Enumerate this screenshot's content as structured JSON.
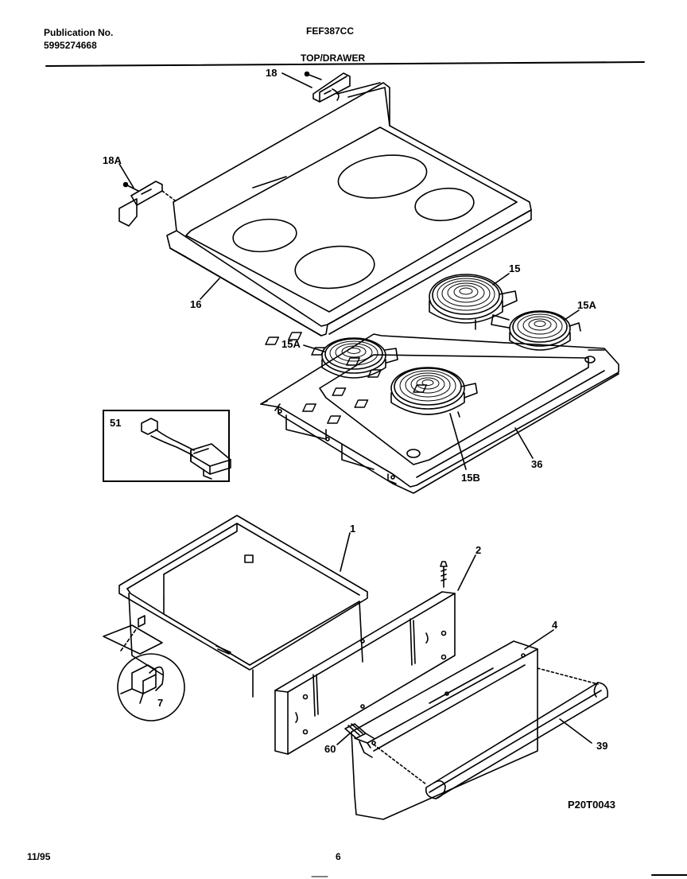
{
  "header": {
    "publication_label": "Publication No.",
    "publication_number": "5995274668",
    "model": "FEF387CC",
    "section": "TOP/DRAWER"
  },
  "callouts": {
    "c18": "18",
    "c18a": "18A",
    "c16": "16",
    "c15": "15",
    "c15a_right": "15A",
    "c15a_left": "15A",
    "c15b": "15B",
    "c36": "36",
    "c51": "51",
    "c1": "1",
    "c2": "2",
    "c4": "4",
    "c7": "7",
    "c60": "60",
    "c39": "39"
  },
  "footer": {
    "drawing_code": "P20T0043",
    "date": "11/95",
    "page": "6"
  }
}
